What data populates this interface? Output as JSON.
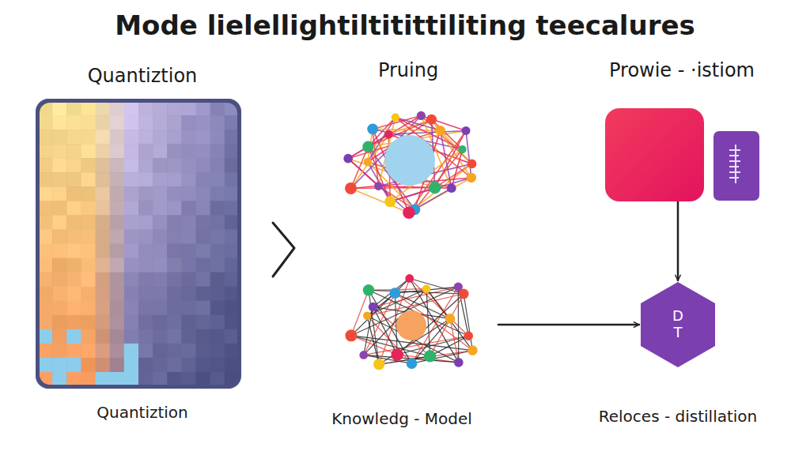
{
  "diagram": {
    "title": "Mode lielellightiltitittiliting teecalures",
    "nodes": [
      {
        "text": [
          "Quantiztion",
          "Quantiztion"
        ]
      },
      {
        "text": [
          "Pruing"
        ]
      },
      {
        "text": [
          "Knowledg - Model"
        ]
      },
      {
        "text": [
          "Prowie - ·istiom"
        ]
      },
      {
        "text": [
          "D T",
          "Reloces - distillation"
        ]
      }
    ],
    "edges": [
      {
        "from": 2,
        "to": 4,
        "arrow": "to"
      },
      {
        "from": 3,
        "to": 4,
        "arrow": "to"
      }
    ]
  }
}
